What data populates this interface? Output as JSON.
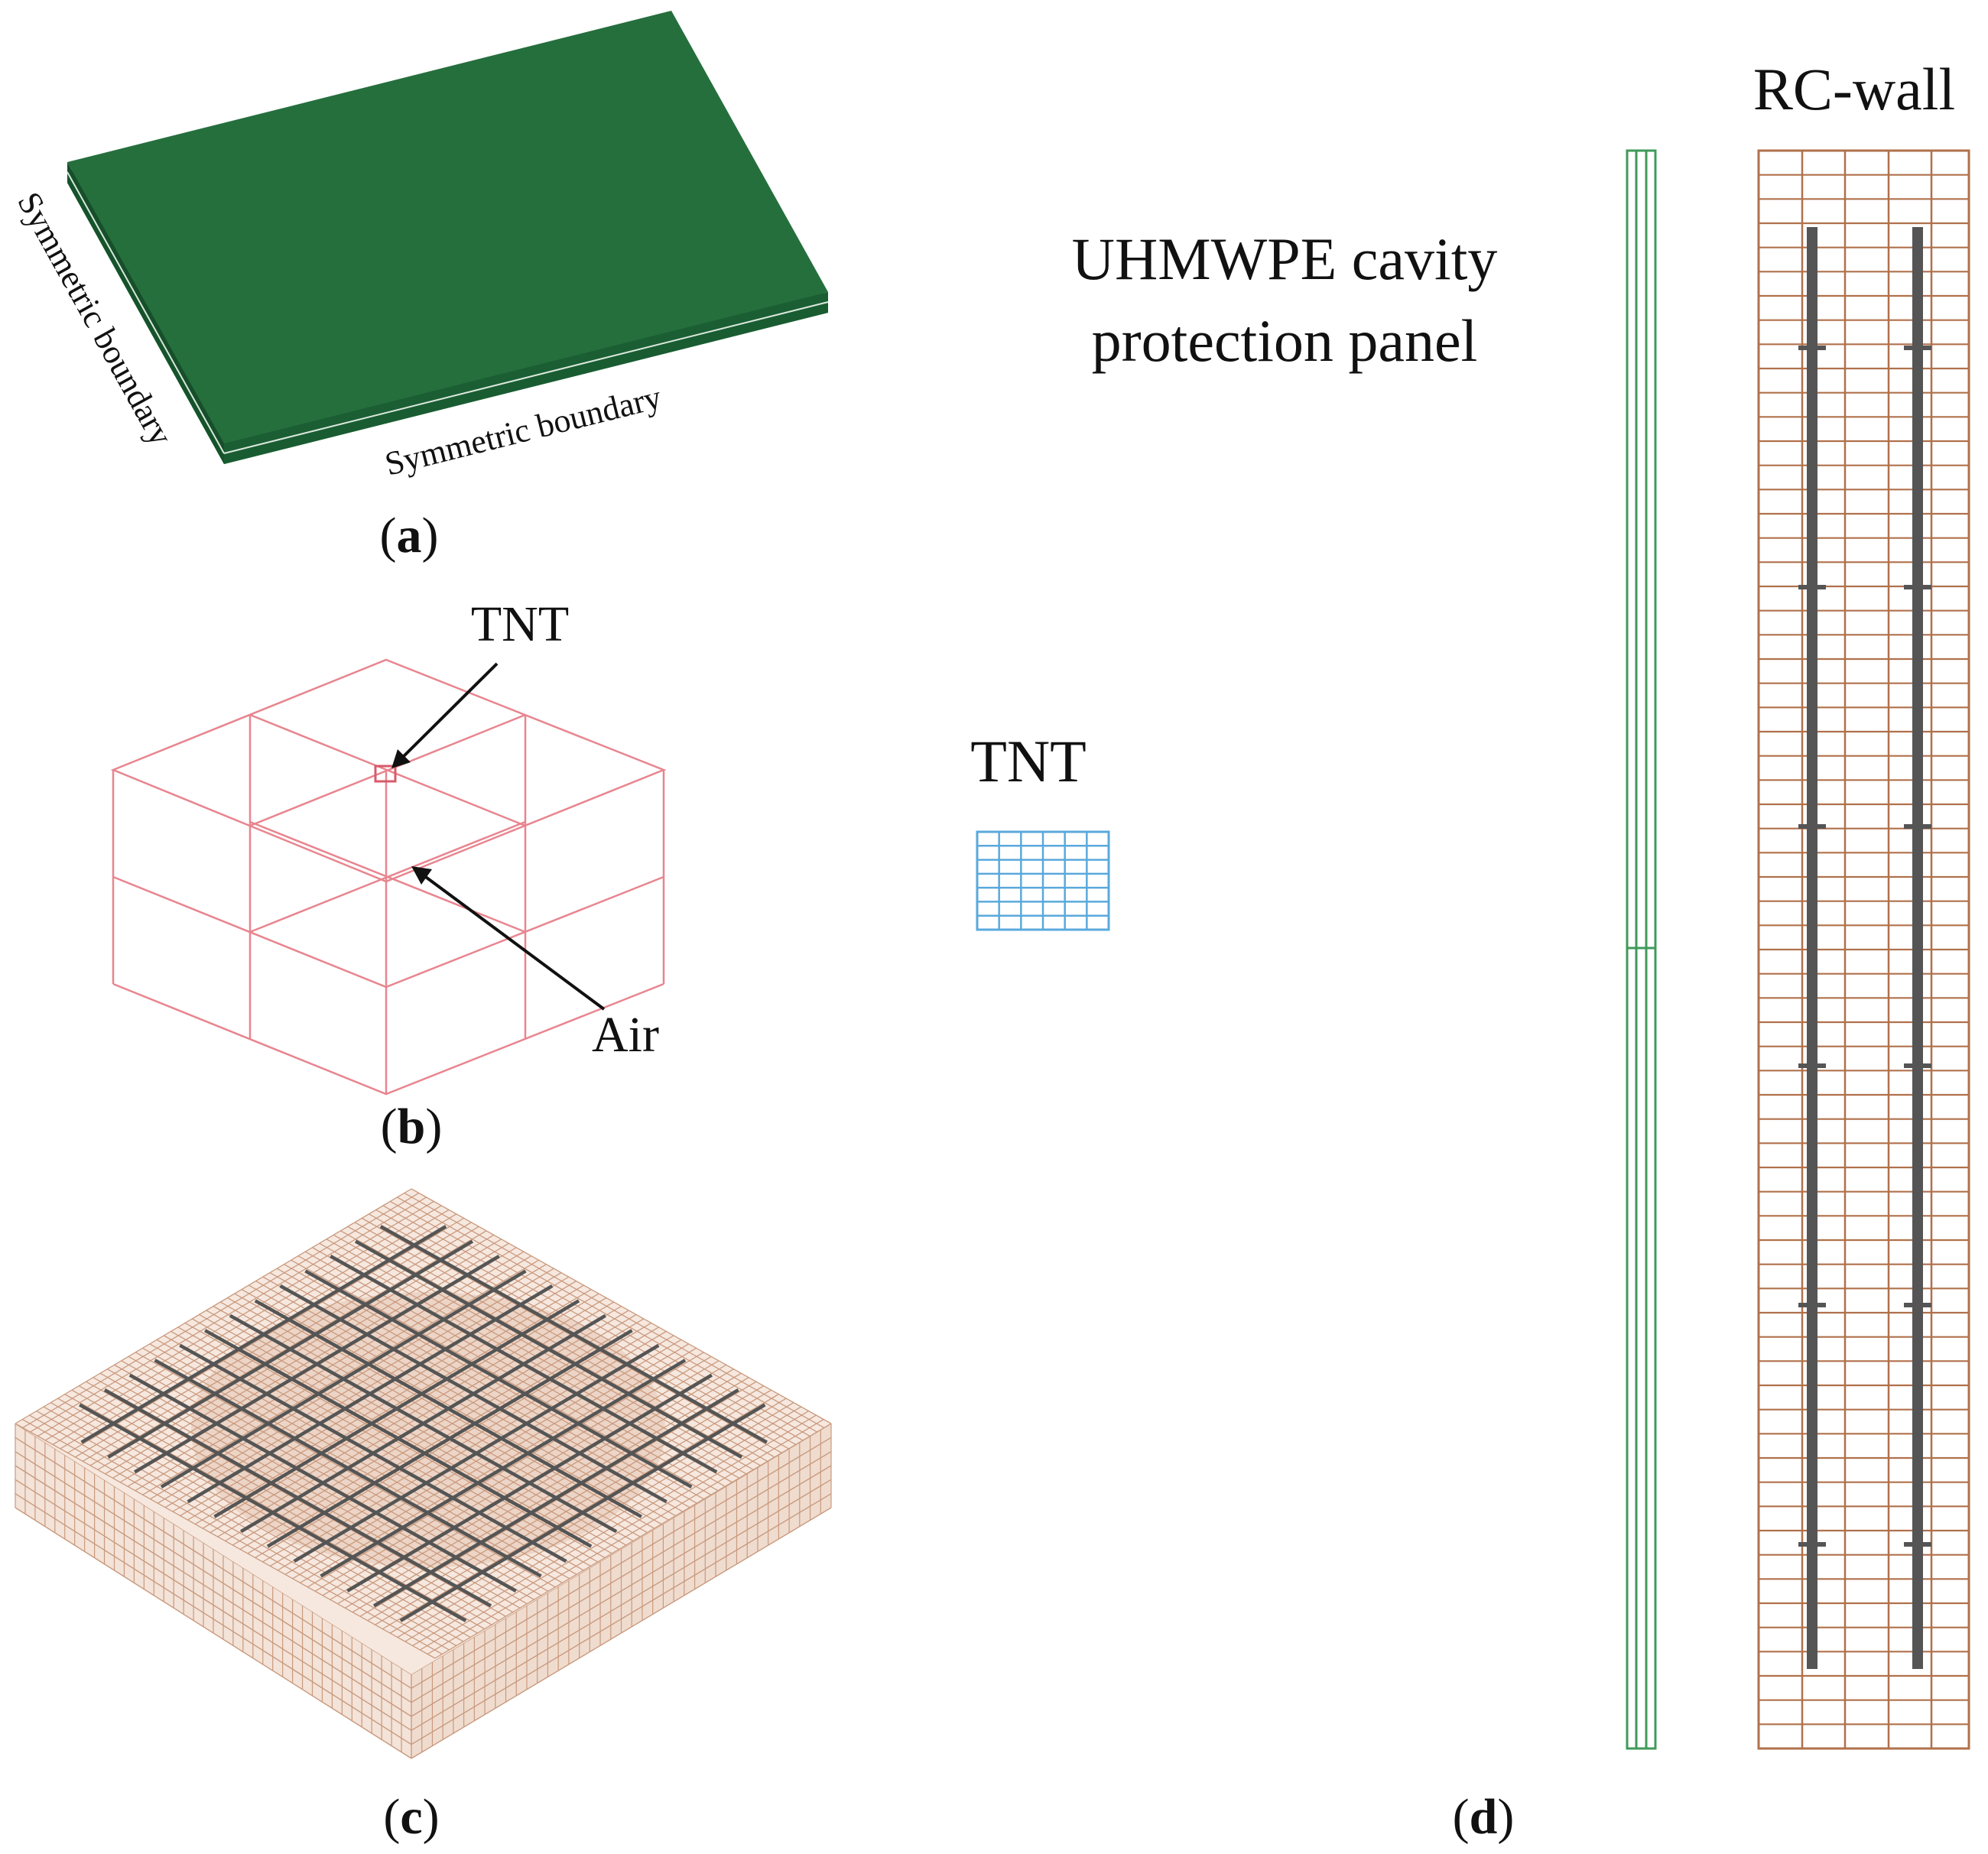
{
  "panel_a": {
    "boundary_label_left": "Symmetric boundary",
    "boundary_label_bottom": "Symmetric boundary",
    "caption_letter": "a",
    "panel_color": "#23703c"
  },
  "panel_b": {
    "tnt_label": "TNT",
    "air_label": "Air",
    "caption_letter": "b",
    "mesh_color": "#e8858f"
  },
  "panel_c": {
    "caption_letter": "c",
    "concrete_color": "#c99a7e",
    "rebar_color": "#555555"
  },
  "panel_d": {
    "rc_wall_label": "RC-wall",
    "panel_label_line1": "UHMWPE cavity",
    "panel_label_line2": "protection panel",
    "tnt_label": "TNT",
    "caption_letter": "d",
    "tnt_color": "#5aa9dc",
    "panel_color": "#3f9a5a",
    "wall_color": "#b0714b",
    "rebar_color": "#555555"
  }
}
